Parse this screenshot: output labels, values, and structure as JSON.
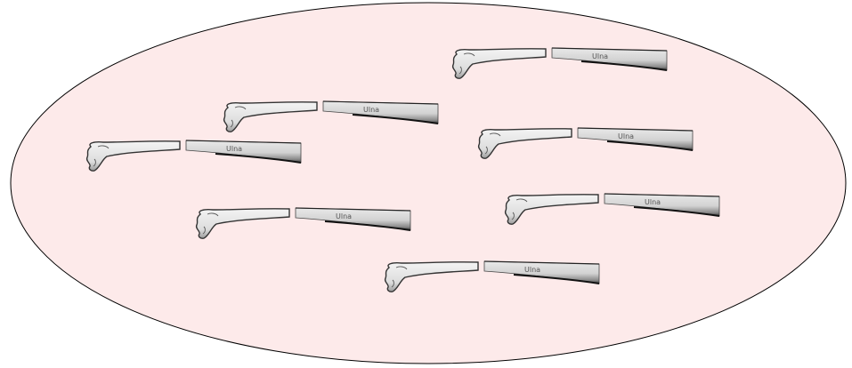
{
  "set": {
    "fill_color": "#fdeaea",
    "stroke_color": "#000000"
  },
  "bones": [
    {
      "label": "Ulna"
    },
    {
      "label": "Ulna"
    },
    {
      "label": "Ulna"
    },
    {
      "label": "Ulna"
    },
    {
      "label": "Ulna"
    },
    {
      "label": "Ulna"
    },
    {
      "label": "Ulna"
    }
  ],
  "icons": {
    "bone": "ulna-bone-icon"
  }
}
